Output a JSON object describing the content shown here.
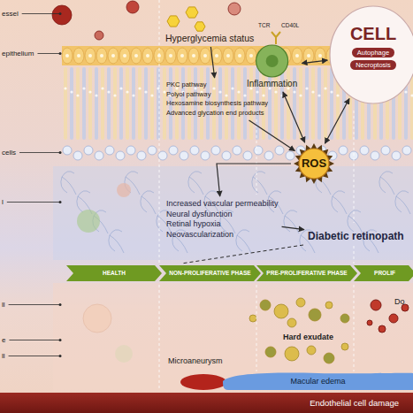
{
  "diagram": {
    "nodes": [
      {
        "text": [
          "Hyperglycemia status"
        ]
      },
      {
        "text": [
          "PKC pathway",
          "Polyol pathway",
          "Hexosamine biosynthesis pathway",
          "Advanced glycation end products"
        ]
      },
      {
        "text": [
          "Inflammation"
        ]
      },
      {
        "text": [
          "CELL"
        ]
      },
      {
        "text": [
          "Autophage"
        ],
        "in": 3
      },
      {
        "text": [
          "Necroptosis"
        ],
        "in": 3
      },
      {
        "text": [
          "ROS"
        ]
      },
      {
        "text": [
          "Increased vascular permeability",
          "Neural dysfunction",
          "Retinal hypoxia",
          "Neovascularization"
        ]
      },
      {
        "text": [
          "Diabetic retinopath"
        ]
      },
      {
        "text": [
          "HEALTH"
        ]
      },
      {
        "text": [
          "NON-PROLIFERATIVE PHASE"
        ]
      },
      {
        "text": [
          "PRE-PROLIFERATIVE PHASE"
        ]
      },
      {
        "text": [
          "PROLIF"
        ]
      },
      {
        "text": [
          "Endothelial cell damage"
        ]
      },
      {
        "text": [
          "Macular edema"
        ]
      }
    ],
    "edges": [
      {
        "from": 0,
        "to": 1,
        "arrow": "to"
      },
      {
        "from": 1,
        "to": 6,
        "arrow": "to"
      },
      {
        "from": 2,
        "to": 6,
        "arrow": "both"
      },
      {
        "from": 6,
        "to": 3,
        "arrow": "both"
      },
      {
        "from": 2,
        "to": 3,
        "arrow": "both"
      },
      {
        "from": 6,
        "to": 7,
        "arrow": "to"
      },
      {
        "from": 7,
        "to": 8,
        "arrow": "to"
      }
    ],
    "labels": [
      "essel",
      "epithelium",
      "cells",
      "l",
      "ll",
      "e",
      "ll",
      "TCR",
      "CD40L",
      "Hard exudate",
      "Microaneurysm",
      "Do"
    ]
  }
}
